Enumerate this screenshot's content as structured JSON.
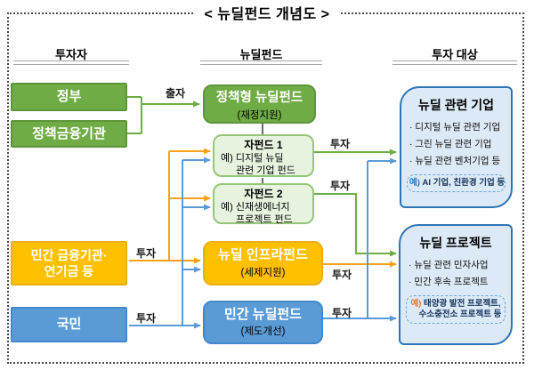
{
  "title": "< 뉴딜펀드 개념도 >",
  "columns": {
    "investors_header": "투자자",
    "funds_header": "뉴딜펀드",
    "targets_header": "투자 대상"
  },
  "investors": {
    "government": "정부",
    "policy_finance": "정책금융기관",
    "private_finance_line1": "민간 금융기관·",
    "private_finance_line2": "연기금 등",
    "citizens": "국민"
  },
  "funds": {
    "policy_fund": {
      "title": "정책형 뉴딜펀드",
      "subtitle": "(재정지원)"
    },
    "subfund1": {
      "title": "자펀드 1",
      "line1": "예) 디지털 뉴딜",
      "line2": "관련 기업 펀드"
    },
    "subfund2": {
      "title": "자펀드 2",
      "line1": "예) 신재생에너지",
      "line2": "프로젝트 펀드"
    },
    "infra_fund": {
      "title": "뉴딜 인프라펀드",
      "subtitle": "(세제지원)"
    },
    "private_fund": {
      "title": "민간 뉴딜펀드",
      "subtitle": "(제도개선)"
    }
  },
  "targets": {
    "companies": {
      "title": "뉴딜 관련 기업",
      "bullets": [
        "· 디지털 뉴딜 관련 기업",
        "· 그린 뉴딜 관련 기업",
        "· 뉴딜 관련 벤처기업 등"
      ],
      "example_prefix": "예)",
      "example": " AI 기업, 친환경 기업 등"
    },
    "projects": {
      "title": "뉴딜 프로젝트",
      "bullets": [
        "· 뉴딜 관련 민자사업",
        "· 민간 후속 프로젝트"
      ],
      "example_prefix": "예)",
      "example_line1": " 태양광 발전 프로젝트,",
      "example_line2": "수소충전소 프로젝트 등"
    }
  },
  "labels": {
    "contribution": "출자",
    "investment": "투자"
  },
  "colors": {
    "green": "#6FAC46",
    "light_green": "#E7F3DF",
    "gold": "#FFC000",
    "blue": "#5B9BD5",
    "target_fill": "#DCE9F7",
    "target_border": "#2E75B6",
    "arrow_orange": "#F9A11B",
    "arrow_blue": "#5B9BD5",
    "arrow_green": "#6FAC46"
  }
}
